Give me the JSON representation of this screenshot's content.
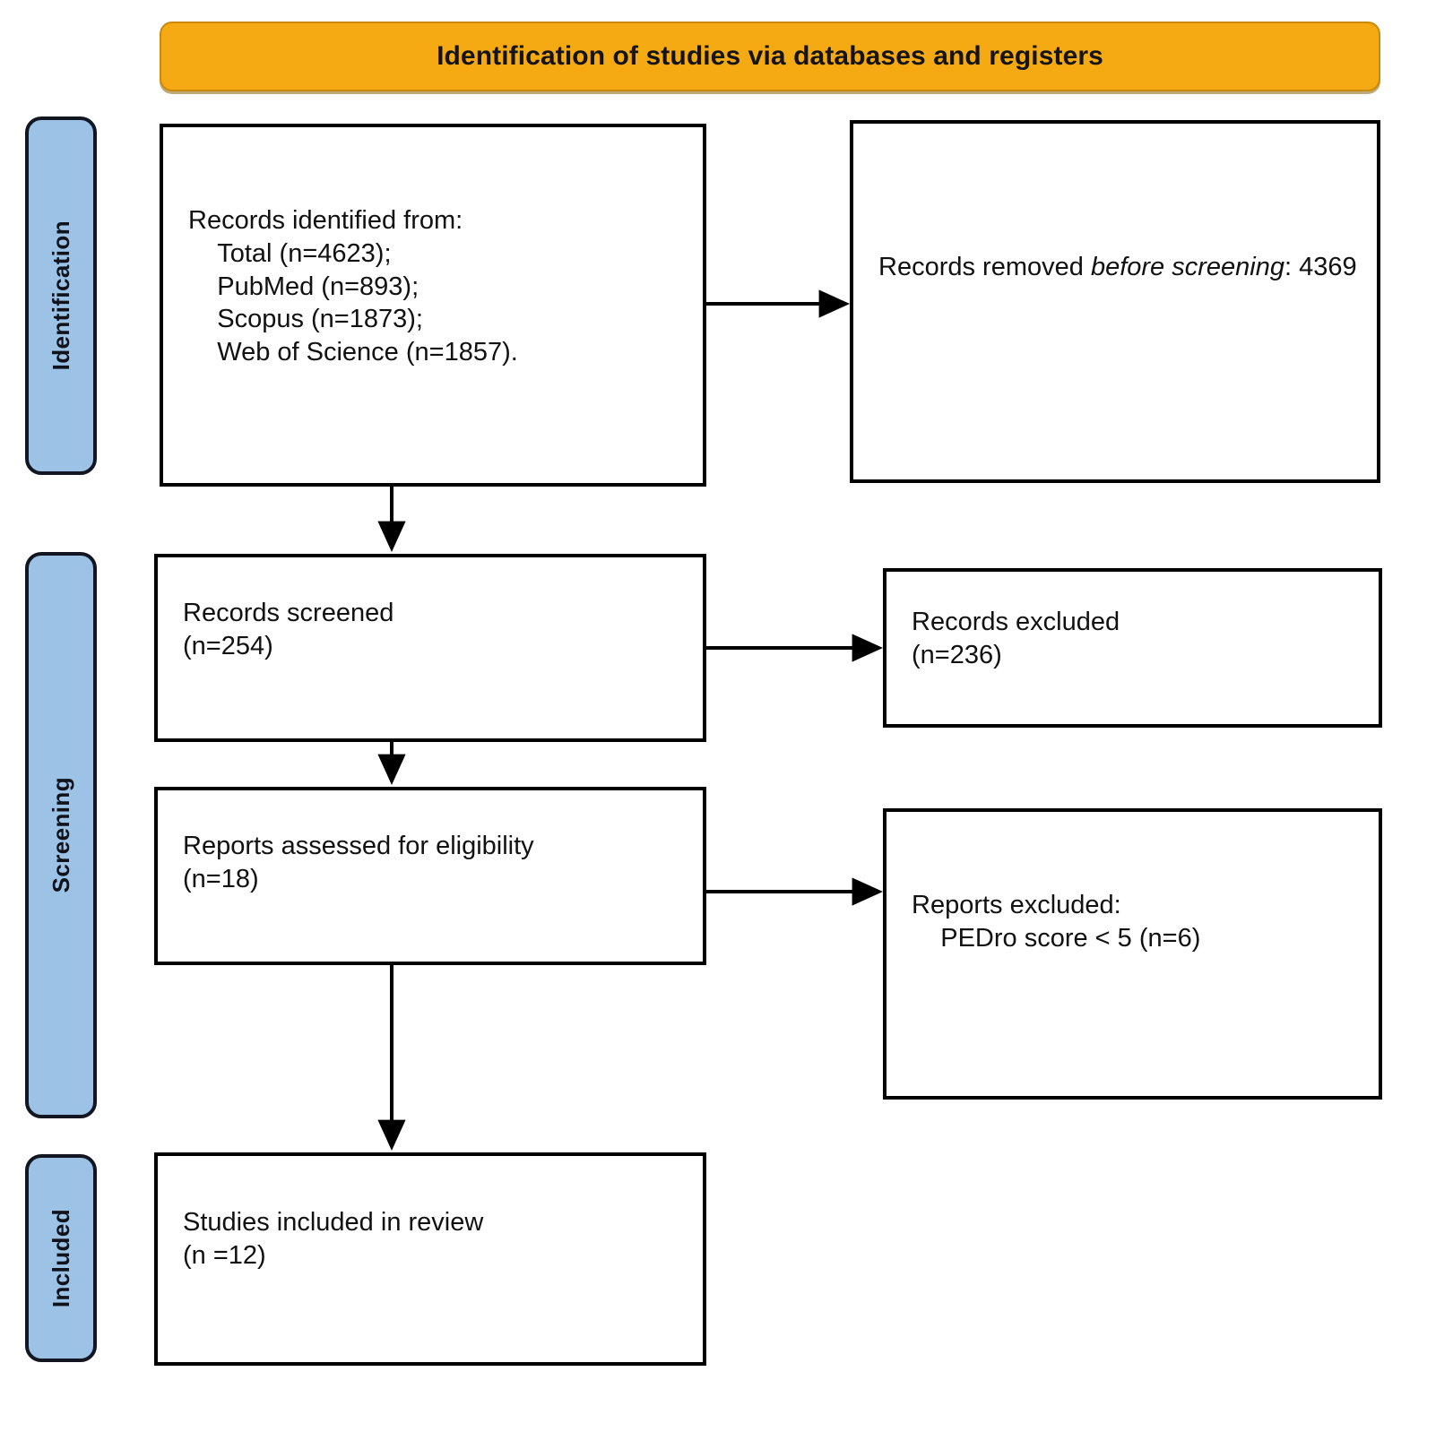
{
  "header": {
    "title": "Identification of studies via databases and registers",
    "background_color": "#F5A912",
    "text_color": "#141414"
  },
  "stage_labels": {
    "color": "#9CC3E5",
    "border_color": "#121622",
    "items": [
      {
        "id": "identification",
        "label": "Identification"
      },
      {
        "id": "screening",
        "label": "Screening"
      },
      {
        "id": "included",
        "label": "Included"
      }
    ]
  },
  "boxes": {
    "identified": {
      "name": "records-identified",
      "text": "Records identified from:\n    Total (n=4623);\n    PubMed (n=893);\n    Scopus (n=1873);\n    Web of Science (n=1857)."
    },
    "removed": {
      "name": "records-removed-before-screening",
      "text_plain_1": "Records removed ",
      "text_italic": "before screening",
      "text_plain_2": ": 4369"
    },
    "screened": {
      "name": "records-screened",
      "text": "Records screened\n(n=254)"
    },
    "records_excluded": {
      "name": "records-excluded",
      "text": "Records excluded\n(n=236)"
    },
    "eligibility": {
      "name": "reports-assessed-for-eligibility",
      "text": "Reports assessed for eligibility\n(n=18)"
    },
    "reports_excluded": {
      "name": "reports-excluded",
      "text": "Reports excluded:\n    PEDro score < 5 (n=6)"
    },
    "included": {
      "name": "studies-included-in-review",
      "text": "Studies included in review\n(n =12)"
    }
  },
  "chart_data": {
    "type": "diagram",
    "title": "Identification of studies via databases and registers",
    "diagram_kind": "PRISMA 2020 flow diagram",
    "stages": [
      "Identification",
      "Screening",
      "Included"
    ],
    "nodes": [
      {
        "id": "identified",
        "stage": "Identification",
        "label": "Records identified from",
        "total": 4623,
        "sources": [
          {
            "name": "Total",
            "n": 4623
          },
          {
            "name": "PubMed",
            "n": 893
          },
          {
            "name": "Scopus",
            "n": 1873
          },
          {
            "name": "Web of Science",
            "n": 1857
          }
        ]
      },
      {
        "id": "removed",
        "stage": "Identification",
        "label": "Records removed before screening",
        "n": 4369
      },
      {
        "id": "screened",
        "stage": "Screening",
        "label": "Records screened",
        "n": 254
      },
      {
        "id": "records_excluded",
        "stage": "Screening",
        "label": "Records excluded",
        "n": 236
      },
      {
        "id": "eligibility",
        "stage": "Screening",
        "label": "Reports assessed for eligibility",
        "n": 18
      },
      {
        "id": "reports_excluded",
        "stage": "Screening",
        "label": "Reports excluded: PEDro score < 5",
        "n": 6
      },
      {
        "id": "included",
        "stage": "Included",
        "label": "Studies included in review",
        "n": 12
      }
    ],
    "edges": [
      {
        "from": "identified",
        "to": "removed",
        "direction": "right"
      },
      {
        "from": "identified",
        "to": "screened",
        "direction": "down"
      },
      {
        "from": "screened",
        "to": "records_excluded",
        "direction": "right"
      },
      {
        "from": "screened",
        "to": "eligibility",
        "direction": "down"
      },
      {
        "from": "eligibility",
        "to": "reports_excluded",
        "direction": "right"
      },
      {
        "from": "eligibility",
        "to": "included",
        "direction": "down"
      }
    ]
  }
}
